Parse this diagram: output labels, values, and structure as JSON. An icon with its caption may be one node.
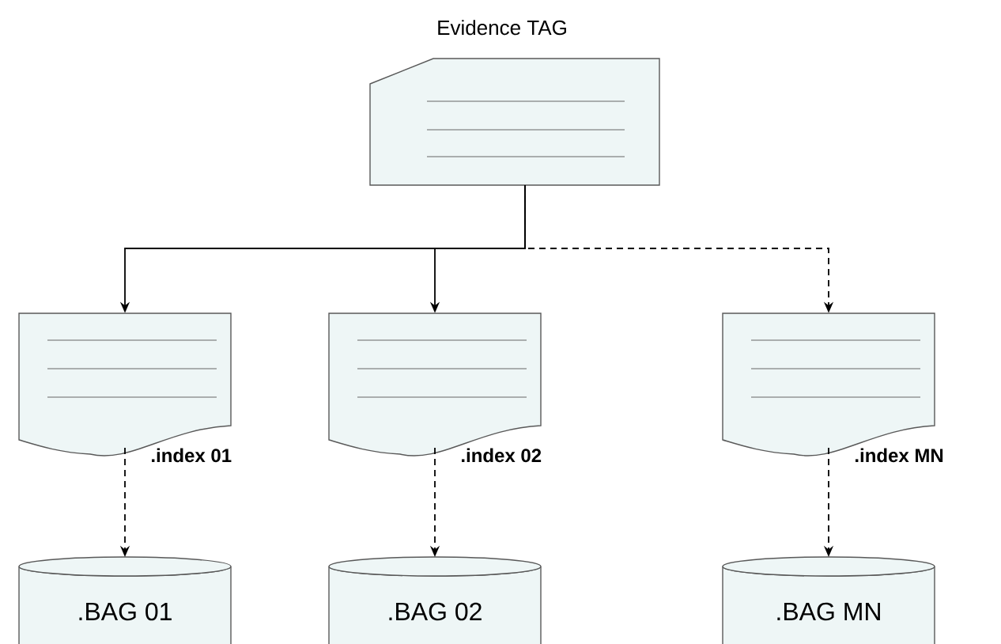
{
  "diagram": {
    "nodes": [
      {
        "text": [
          "Evidence TAG"
        ]
      },
      {
        "text": [
          ".index 01"
        ]
      },
      {
        "text": [
          ".index 02"
        ]
      },
      {
        "text": [
          ".index MN"
        ]
      },
      {
        "text": [
          ".BAG 01"
        ]
      },
      {
        "text": [
          ".BAG 02"
        ]
      },
      {
        "text": [
          ".BAG MN"
        ]
      }
    ],
    "edges": [
      {
        "from": 0,
        "to": 3,
        "arrow": "to",
        "style": "dashed"
      },
      {
        "from": 0,
        "to": 1,
        "arrow": "to"
      },
      {
        "from": 0,
        "to": 2,
        "arrow": "to"
      },
      {
        "from": 1,
        "to": 4,
        "arrow": "to",
        "style": "dashed"
      },
      {
        "from": 2,
        "to": 5,
        "arrow": "to",
        "style": "dashed"
      },
      {
        "from": 3,
        "to": 6,
        "arrow": "to",
        "style": "dashed"
      }
    ]
  }
}
